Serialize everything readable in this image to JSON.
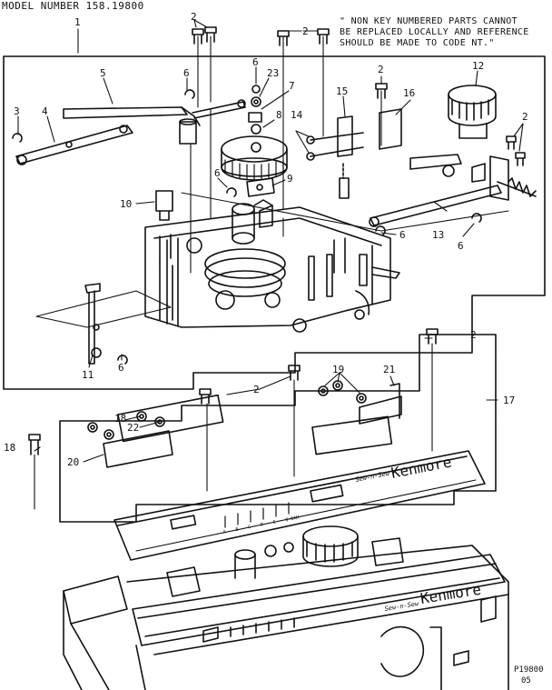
{
  "header": {
    "model_number": "MODEL NUMBER 158.19800"
  },
  "note": {
    "lines": [
      "\" NON KEY NUMBERED PARTS CANNOT",
      "BE REPLACED LOCALLY AND REFERENCE",
      "SHOULD BE MADE TO CODE NT.\""
    ]
  },
  "brand": {
    "name": "Kenmore",
    "script": "Sew-n-Sew"
  },
  "panel": {
    "dial_labels": [
      "A",
      "B",
      "C",
      "D",
      "E",
      "Q-DAM"
    ]
  },
  "footer": {
    "code_1": "P19800",
    "code_2": "05"
  },
  "callouts": [
    {
      "id": "c1",
      "text": "1"
    },
    {
      "id": "c2a",
      "text": "2"
    },
    {
      "id": "c2b",
      "text": "2"
    },
    {
      "id": "c2c",
      "text": "2"
    },
    {
      "id": "c2d",
      "text": "2"
    },
    {
      "id": "c2e",
      "text": "2"
    },
    {
      "id": "c2f",
      "text": "2"
    },
    {
      "id": "c3",
      "text": "3"
    },
    {
      "id": "c4",
      "text": "4"
    },
    {
      "id": "c5",
      "text": "5"
    },
    {
      "id": "c6a",
      "text": "6"
    },
    {
      "id": "c6b",
      "text": "6"
    },
    {
      "id": "c6c",
      "text": "6"
    },
    {
      "id": "c6d",
      "text": "6"
    },
    {
      "id": "c6e",
      "text": "6"
    },
    {
      "id": "c6f",
      "text": "6"
    },
    {
      "id": "c7",
      "text": "7"
    },
    {
      "id": "c8",
      "text": "8"
    },
    {
      "id": "c9",
      "text": "9"
    },
    {
      "id": "c10",
      "text": "10"
    },
    {
      "id": "c11",
      "text": "11"
    },
    {
      "id": "c12",
      "text": "12"
    },
    {
      "id": "c13",
      "text": "13"
    },
    {
      "id": "c14",
      "text": "14"
    },
    {
      "id": "c15",
      "text": "15"
    },
    {
      "id": "c16",
      "text": "16"
    },
    {
      "id": "c17",
      "text": "17"
    },
    {
      "id": "c18",
      "text": "18"
    },
    {
      "id": "c18b",
      "text": "18"
    },
    {
      "id": "c19",
      "text": "19"
    },
    {
      "id": "c20",
      "text": "20"
    },
    {
      "id": "c21",
      "text": "21"
    },
    {
      "id": "c22",
      "text": "22"
    },
    {
      "id": "c23",
      "text": "23"
    }
  ]
}
